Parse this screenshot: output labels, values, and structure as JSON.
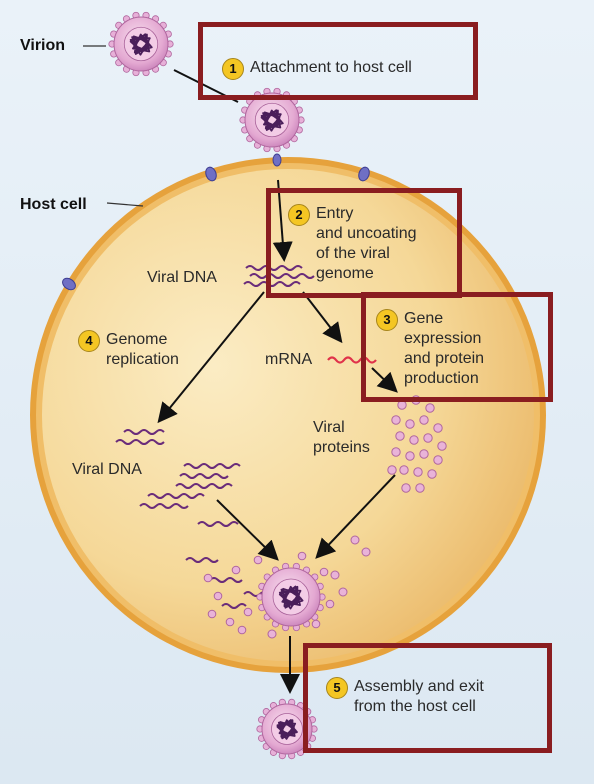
{
  "labels": {
    "virion": "Virion",
    "host_cell": "Host cell",
    "viral_dna_top": "Viral DNA",
    "mrna": "mRNA",
    "viral_proteins": "Viral\nproteins",
    "viral_dna_bottom": "Viral DNA"
  },
  "steps": [
    {
      "number": "1",
      "text": "Attachment to host cell"
    },
    {
      "number": "2",
      "text": "Entry\nand uncoating\nof the viral\ngenome"
    },
    {
      "number": "3",
      "text": "Gene\nexpression\nand protein\nproduction"
    },
    {
      "number": "4",
      "text": "Genome\nreplication"
    },
    {
      "number": "5",
      "text": "Assembly and exit\nfrom the host cell"
    }
  ],
  "colors": {
    "highlight_box": "#8a1d20",
    "cell_membrane": "#e8a33a",
    "cytoplasm": "#f6dca0",
    "virion_capsid": "#d890c8",
    "viral_dna": "#6a2c7a",
    "mrna": "#e0324a",
    "step_badge": "#f4c623"
  }
}
